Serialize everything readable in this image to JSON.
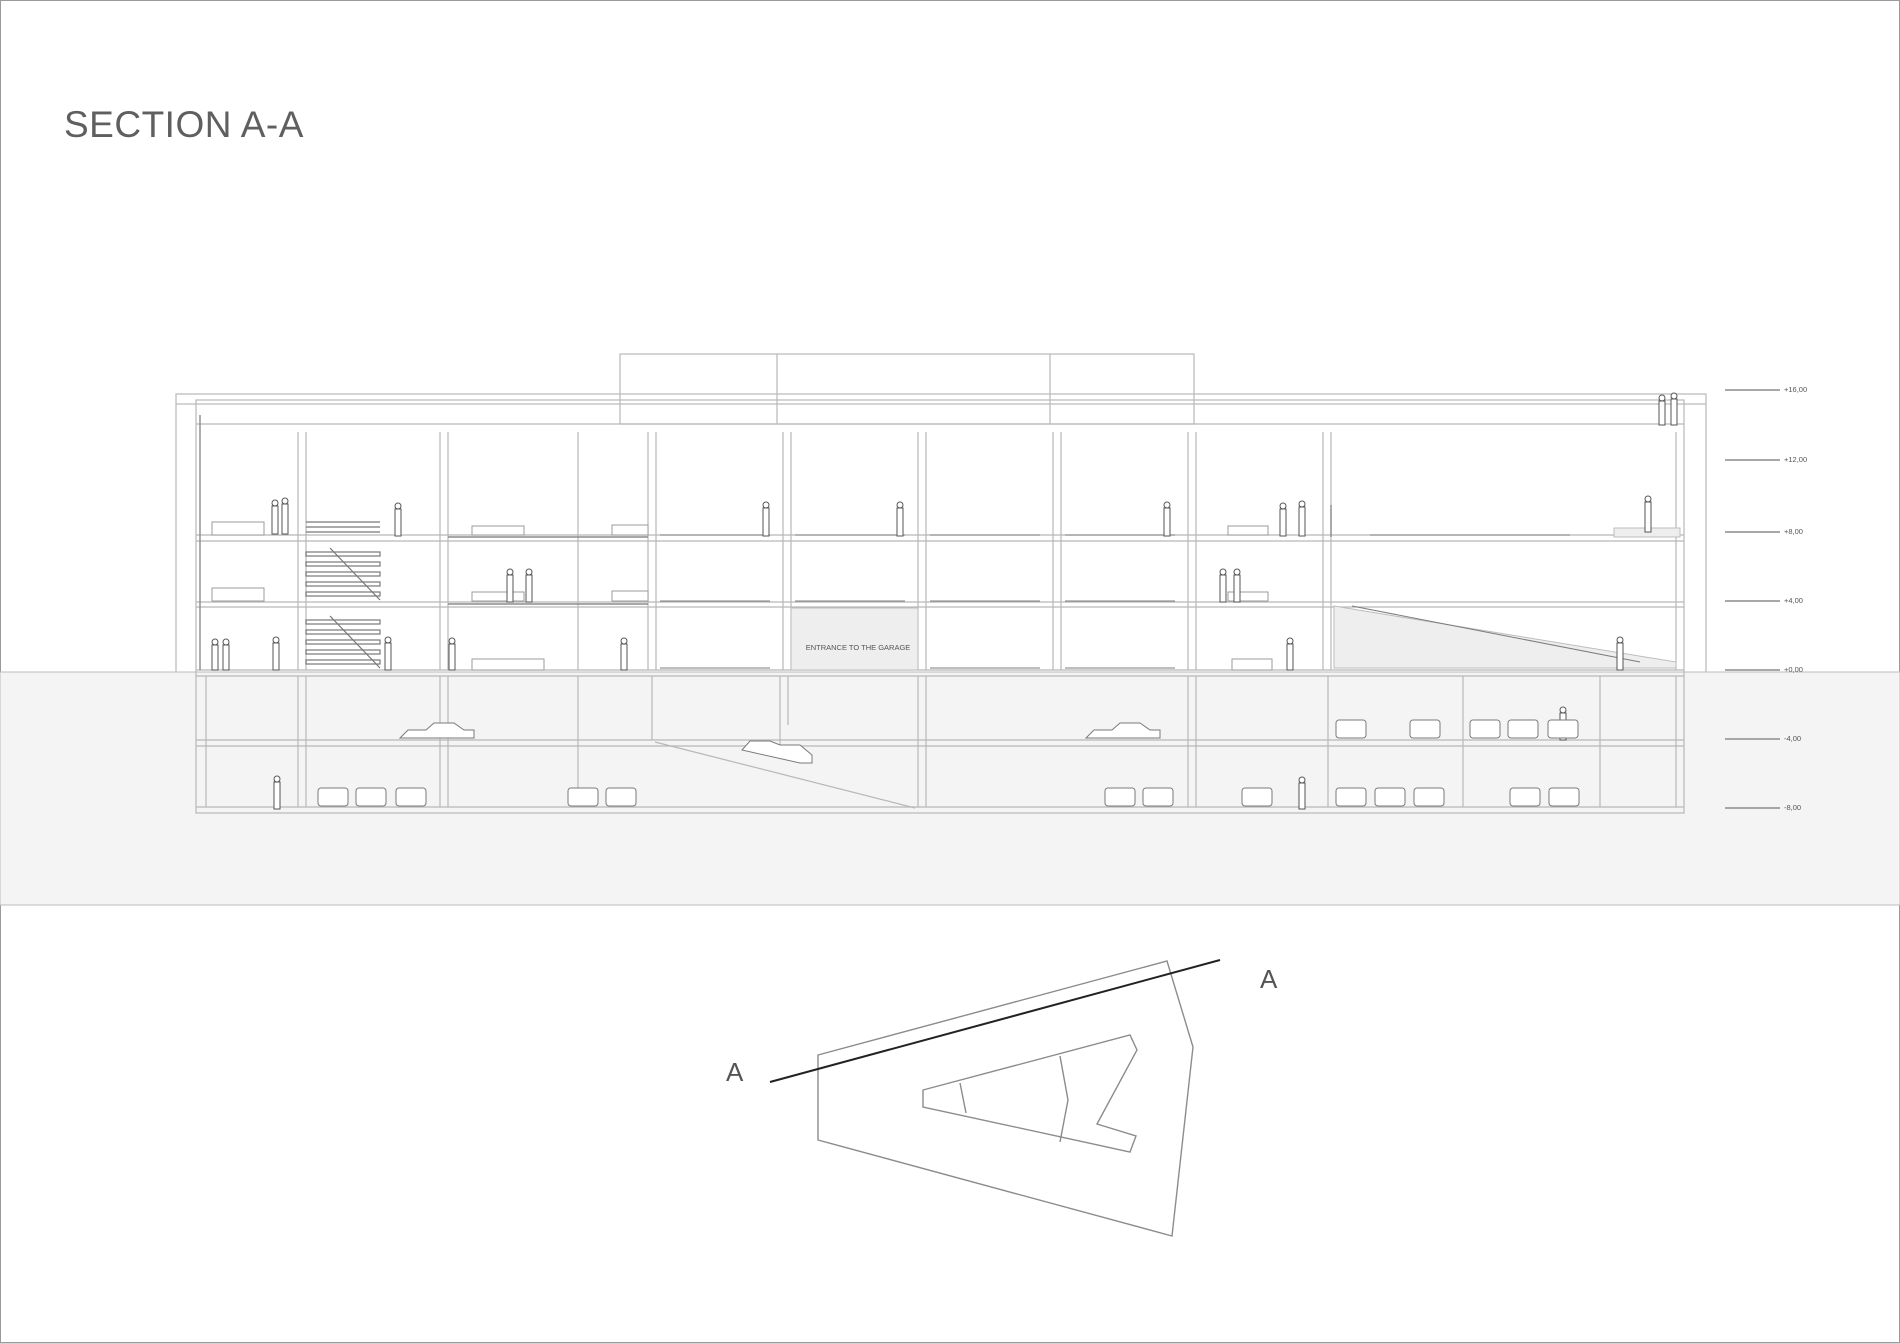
{
  "drawing": {
    "title": "SECTION A-A",
    "entrance_label": "ENTRANCE TO THE GARAGE",
    "levels": [
      "+16,00",
      "+12,00",
      "+8,00",
      "+4,00",
      "+0,00",
      "-4,00",
      "-8,00"
    ]
  },
  "key_plan": {
    "cut_label_left": "A",
    "cut_label_right": "A"
  },
  "colors": {
    "line": "#b8b8b8",
    "ground_fill": "#f4f4f4",
    "accent_fill": "#eeeeee",
    "title": "#5f5f5f"
  }
}
